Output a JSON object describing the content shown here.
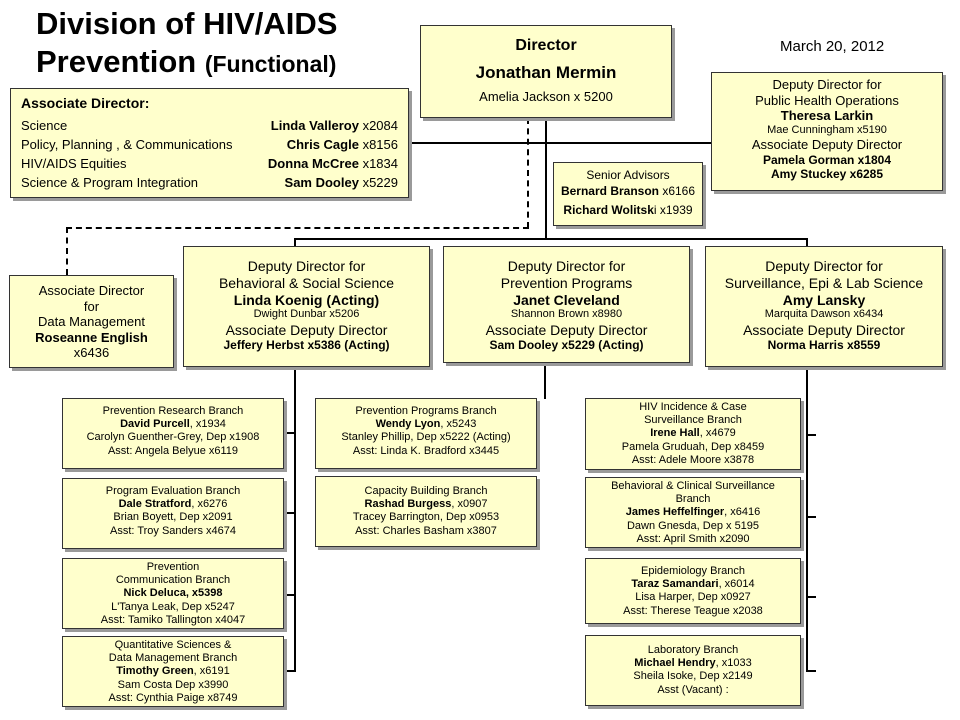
{
  "title_line1": "Division of HIV/AIDS",
  "title_line2_main": "Prevention",
  "title_line2_paren": "(Functional)",
  "date": "March 20, 2012",
  "director": {
    "heading": "Director",
    "name": "Jonathan Mermin",
    "assistant": "Amelia Jackson x 5200"
  },
  "associate_directors": {
    "heading": "Associate Director:",
    "rows": [
      {
        "area": "Science",
        "name": "Linda Valleroy",
        "ext": " x2084"
      },
      {
        "area": "Policy, Planning , & Communications",
        "name": "Chris Cagle",
        "ext": " x8156"
      },
      {
        "area": "HIV/AIDS Equities",
        "name": "Donna McCree",
        "ext": " x1834"
      },
      {
        "area": "Science & Program Integration",
        "name": "Sam Dooley",
        "ext": " x5229"
      }
    ]
  },
  "deputy_operations": {
    "line1": "Deputy Director for",
    "line2": "Public Health Operations",
    "name": "Theresa Larkin",
    "assistant": "Mae Cunningham x5190",
    "assoc_heading": "Associate Deputy Director",
    "assoc1": "Pamela Gorman x1804",
    "assoc2": "Amy Stuckey x6285"
  },
  "senior_advisors": {
    "heading": "Senior Advisors",
    "a1_name": "Bernard Branson",
    "a1_ext": " x6166",
    "a2_name": "Richard Wolitsk",
    "a2_ext": "i x1939"
  },
  "data_management": {
    "line1": "Associate Director",
    "line2": "for",
    "line3": "Data Management",
    "name": "Roseanne English",
    "ext": "x6436"
  },
  "deputy_behavioral": {
    "line1": "Deputy Director for",
    "line2": "Behavioral & Social Science",
    "name": "Linda Koenig (Acting)",
    "assistant": "Dwight Dunbar x5206",
    "assoc_heading": "Associate Deputy Director",
    "assoc": "Jeffery Herbst x5386 (Acting)"
  },
  "deputy_prevention": {
    "line1": "Deputy Director for",
    "line2": "Prevention Programs",
    "name": "Janet Cleveland",
    "assistant": "Shannon Brown x8980",
    "assoc_heading": "Associate Deputy Director",
    "assoc": "Sam Dooley x5229 (Acting)"
  },
  "deputy_surveillance": {
    "line1": "Deputy Director for",
    "line2": "Surveillance, Epi & Lab Science",
    "name": "Amy Lansky",
    "assistant": "Marquita Dawson x6434",
    "assoc_heading": "Associate Deputy Director",
    "assoc": "Norma Harris x8559"
  },
  "branches": {
    "prevention_research": {
      "t1": "Prevention Research Branch",
      "lead_name": "David Purcell",
      "lead_ext": ", x1934",
      "dep": "Carolyn Guenther-Grey, Dep x1908",
      "asst": "Asst: Angela Belyue x6119"
    },
    "program_evaluation": {
      "t1": "Program Evaluation Branch",
      "lead_name": "Dale Stratford",
      "lead_ext": ", x6276",
      "dep": "Brian Boyett, Dep x2091",
      "asst": "Asst: Troy Sanders x4674"
    },
    "prevention_communication": {
      "t1": "Prevention",
      "t2": "Communication Branch",
      "lead_name": "Nick Deluca, x5398",
      "dep": "L'Tanya Leak, Dep x5247",
      "asst": "Asst: Tamiko Tallington x4047"
    },
    "quantitative_sciences": {
      "t1": "Quantitative Sciences &",
      "t2": "Data Management Branch",
      "lead_name": "Timothy Green",
      "lead_ext": ", x6191",
      "dep": "Sam Costa Dep x3990",
      "asst": "Asst: Cynthia Paige x8749"
    },
    "prevention_programs": {
      "t1": "Prevention Programs Branch",
      "lead_name": "Wendy Lyon",
      "lead_ext": ", x5243",
      "dep": "Stanley Phillip, Dep x5222 (Acting)",
      "asst": "Asst: Linda K. Bradford x3445"
    },
    "capacity_building": {
      "t1": "Capacity Building Branch",
      "lead_name": "Rashad Burgess",
      "lead_ext": ", x0907",
      "dep": "Tracey Barrington, Dep x0953",
      "asst": "Asst: Charles Basham x3807"
    },
    "hiv_incidence": {
      "t1": "HIV Incidence & Case",
      "t2": "Surveillance Branch",
      "lead_name": "Irene Hall",
      "lead_ext": ", x4679",
      "dep": "Pamela Gruduah, Dep x8459",
      "asst": "Asst: Adele Moore x3878"
    },
    "behavioral_clinical": {
      "t1": "Behavioral & Clinical Surveillance",
      "t2": "Branch",
      "lead_name": "James Heffelfinger",
      "lead_ext": ", x6416",
      "dep": "Dawn Gnesda, Dep x 5195",
      "asst": "Asst: April Smith x2090"
    },
    "epidemiology": {
      "t1": "Epidemiology Branch",
      "lead_name": "Taraz Samandari",
      "lead_ext": ", x6014",
      "dep": "Lisa Harper, Dep x0927",
      "asst": "Asst: Therese Teague x2038"
    },
    "laboratory": {
      "t1": "Laboratory Branch",
      "lead_name": "Michael Hendry",
      "lead_ext": ", x1033",
      "dep": "Sheila Isoke, Dep x2149",
      "asst": "Asst (Vacant) :"
    }
  }
}
